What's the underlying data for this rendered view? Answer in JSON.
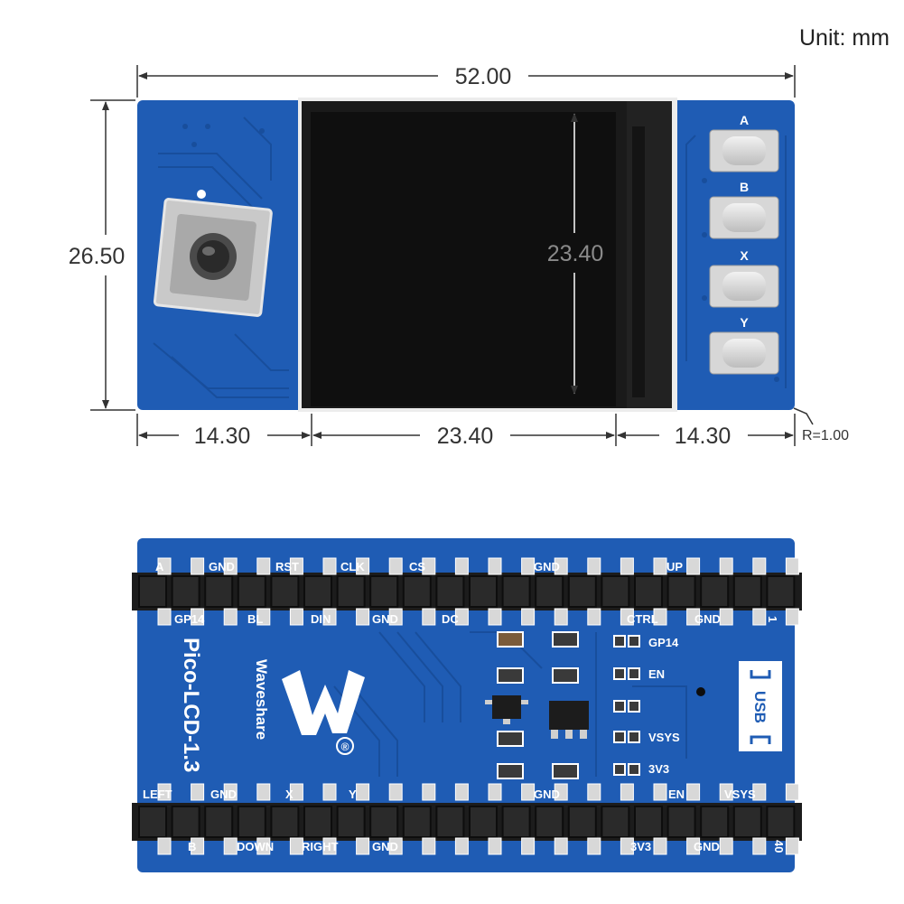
{
  "unit_label": "Unit: mm",
  "dimensions": {
    "total_width": "52.00",
    "total_height": "26.50",
    "screen_height": "23.40",
    "left_margin": "14.30",
    "screen_width": "23.40",
    "right_margin": "14.30",
    "corner_radius": "R=1.00"
  },
  "buttons": [
    "A",
    "B",
    "X",
    "Y"
  ],
  "back": {
    "top_labels": [
      "A",
      "GND",
      "RST",
      "CLK",
      "CS",
      "GND",
      "UP"
    ],
    "row2_labels": [
      "GP14",
      "BL",
      "DIN",
      "GND",
      "DC",
      "CTRL",
      "GND",
      "1"
    ],
    "bottom_labels": [
      "B",
      "DOWN",
      "RIGHT",
      "GND",
      "3V3",
      "GND",
      "40"
    ],
    "row3_labels": [
      "LEFT",
      "GND",
      "X",
      "Y",
      "GND",
      "EN",
      "VSYS"
    ],
    "side_labels": [
      "GP14",
      "EN",
      "VSYS",
      "3V3"
    ],
    "product_name": "Pico-LCD-1.3",
    "brand": "Waveshare",
    "registered": "®",
    "usb_label": "USB"
  },
  "colors": {
    "pcb": "#1f5cb4",
    "screen": "#1a1a1a",
    "header": "#1c1c1c",
    "pad": "#d8d8d8"
  }
}
